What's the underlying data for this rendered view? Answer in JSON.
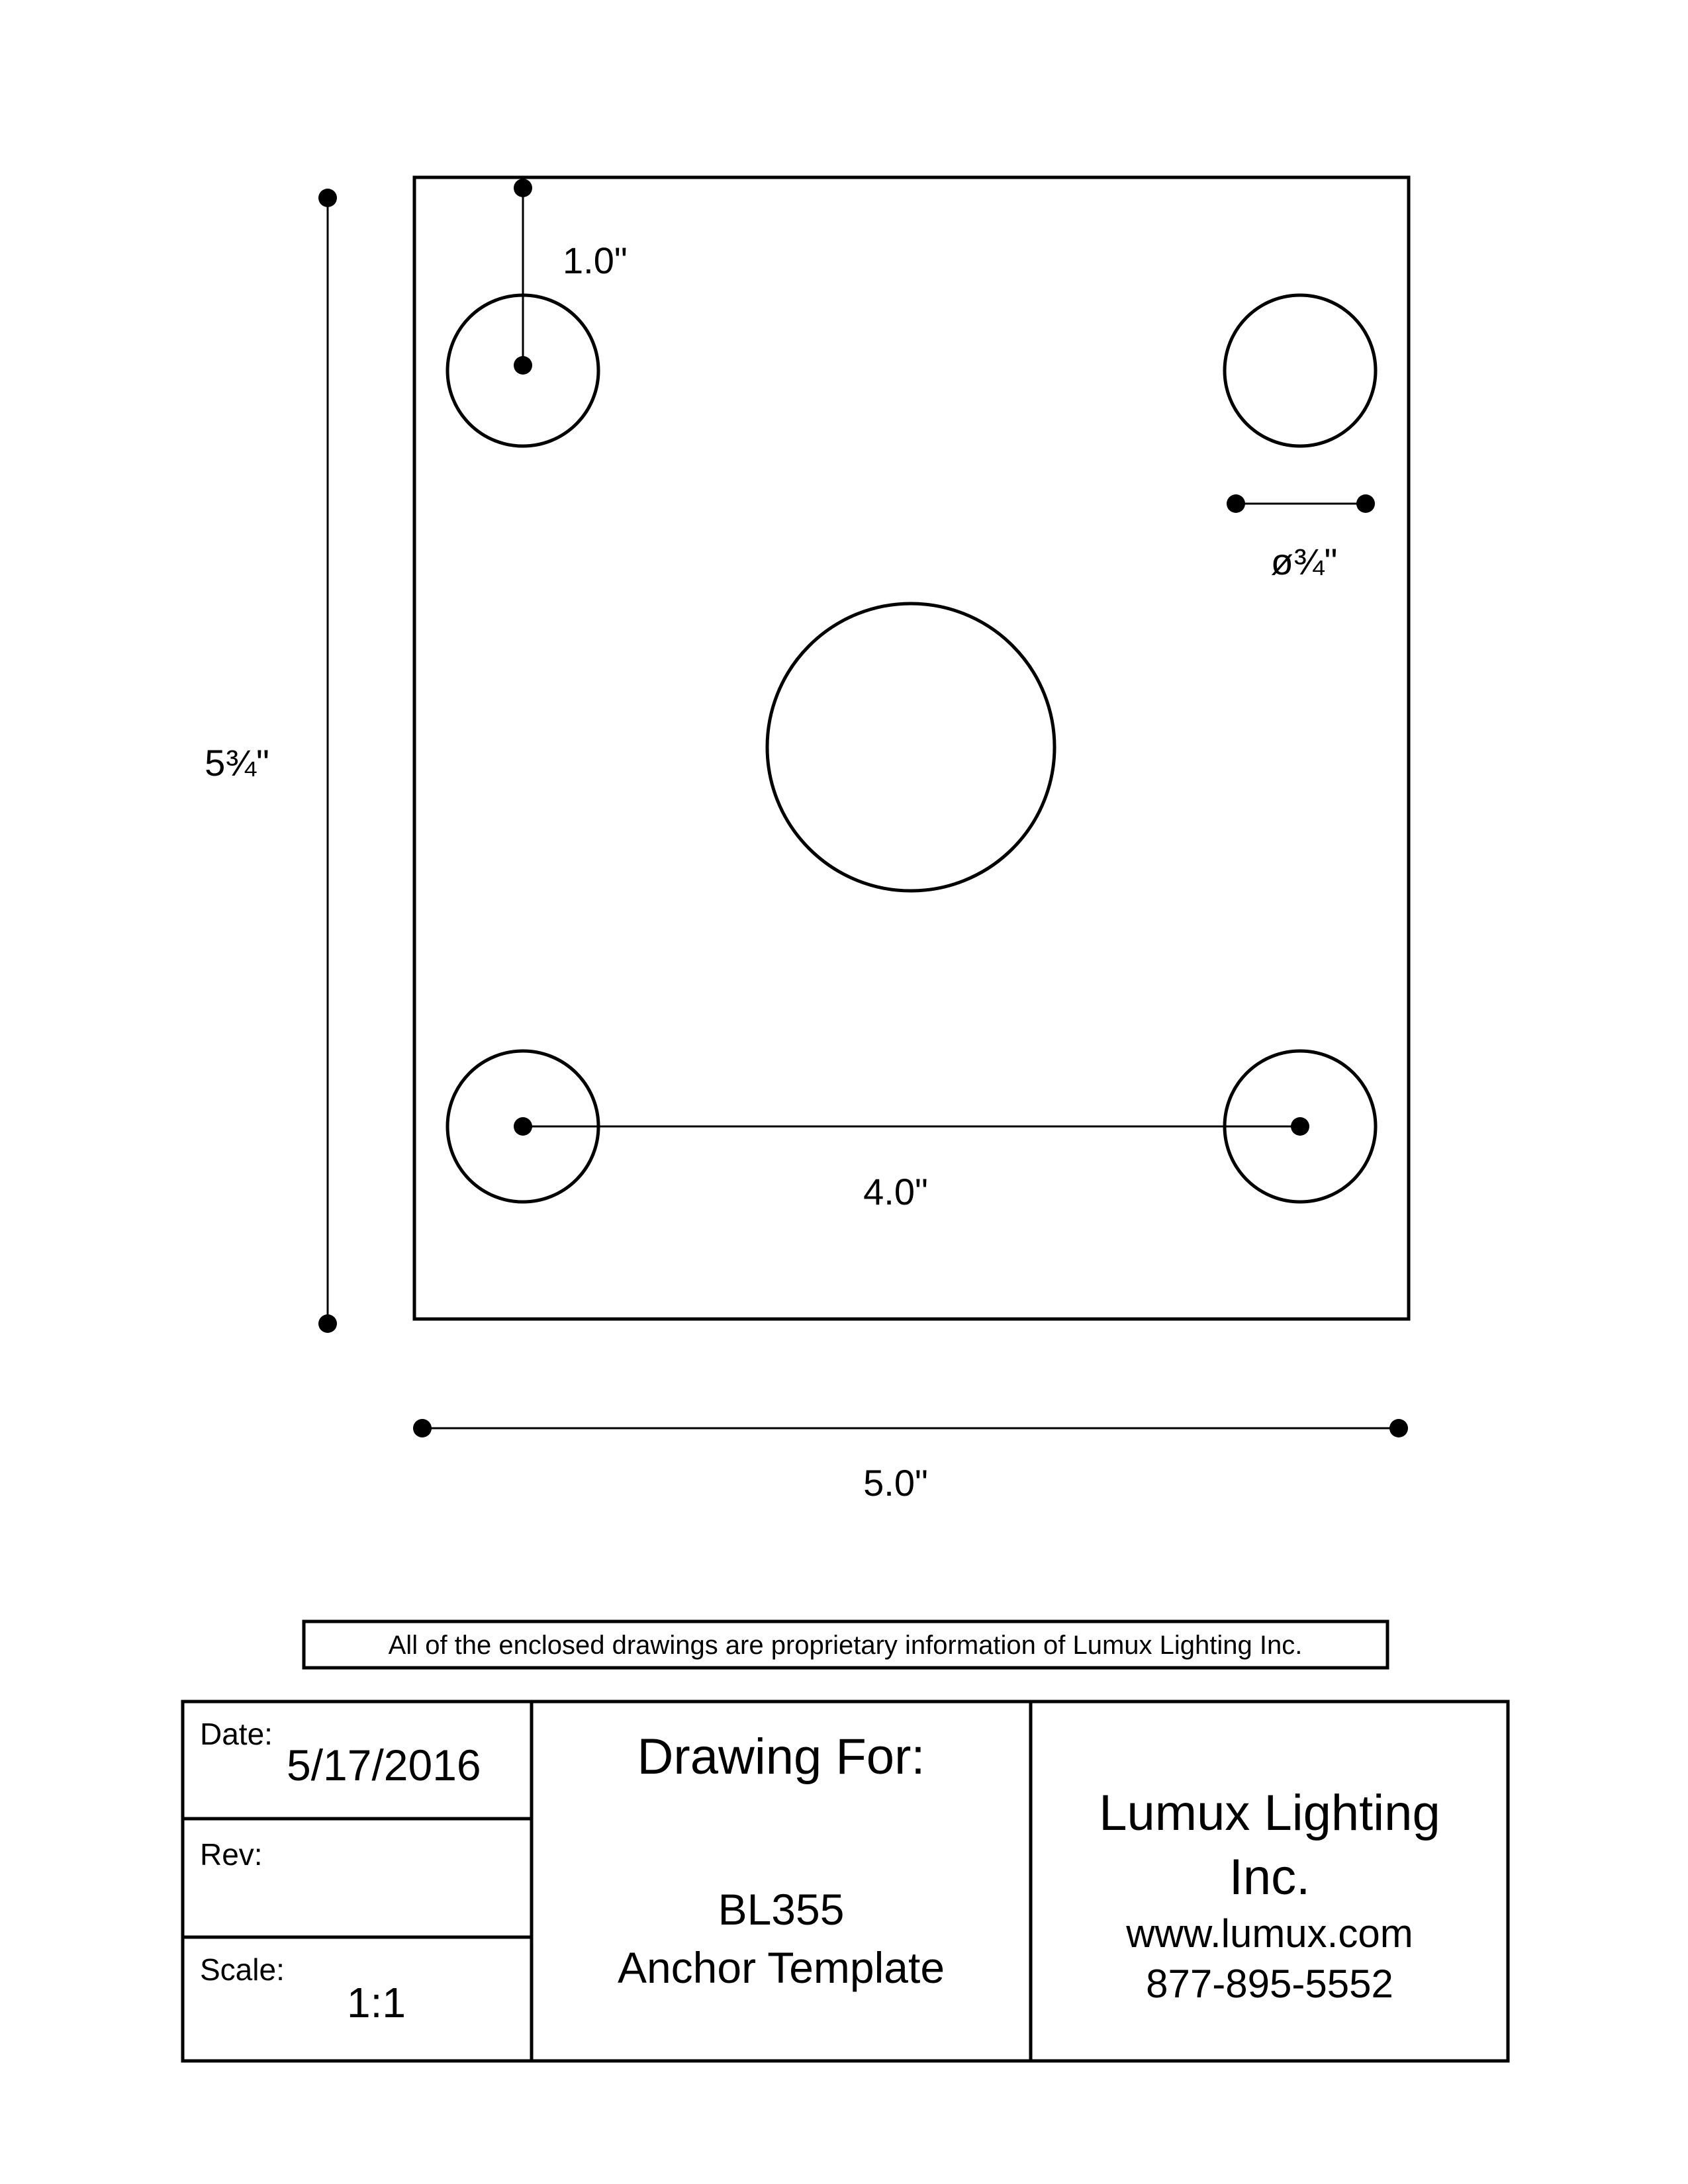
{
  "drawing": {
    "dimensions": {
      "edge_to_center": "1.0\"",
      "hole_diameter": "ø¾\"",
      "hole_spacing": "4.0\"",
      "plate_width": "5.0\"",
      "plate_height": "5¾\""
    }
  },
  "disclaimer": "All of the enclosed drawings are proprietary information of Lumux Lighting Inc.",
  "title_block": {
    "date_label": "Date:",
    "date_value": "5/17/2016",
    "rev_label": "Rev:",
    "rev_value": "",
    "scale_label": "Scale:",
    "scale_value": "1:1",
    "drawing_for_label": "Drawing For:",
    "model": "BL355",
    "description": "Anchor Template",
    "company_line1": "Lumux Lighting",
    "company_line2": "Inc.",
    "website": "www.lumux.com",
    "phone": "877-895-5552"
  }
}
